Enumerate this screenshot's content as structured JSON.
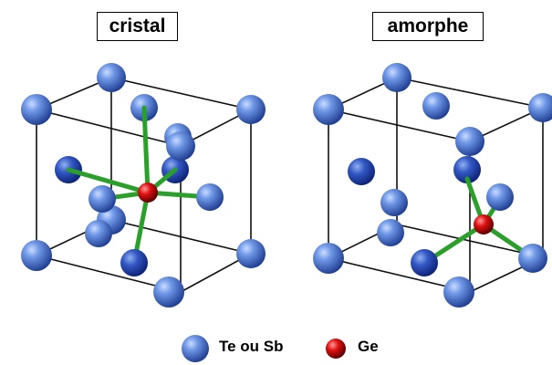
{
  "panels": {
    "left": {
      "title": "cristal"
    },
    "right": {
      "title": "amorphe"
    }
  },
  "legend": {
    "te_sb": {
      "label": "Te ou Sb",
      "color": "#5b84d6",
      "icon": "blue-sphere"
    },
    "ge": {
      "label": "Ge",
      "color": "#e01010",
      "icon": "red-sphere"
    }
  },
  "colors": {
    "bond": "#2aa02a",
    "cube_edge": "#111111"
  }
}
